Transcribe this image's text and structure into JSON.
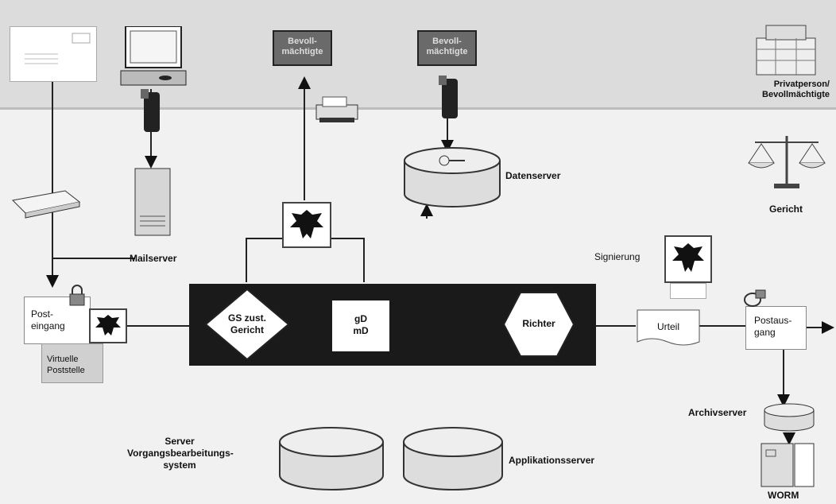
{
  "diagram": {
    "top_actors": {
      "bevoll_1": "Bevoll-\nmächtigte",
      "bevoll_2": "Bevoll-\nmächtigte",
      "privat": "Privatperson/\nBevollmächtigte"
    },
    "servers": {
      "mailserver": "Mailserver",
      "datenserver": "Datenserver",
      "archivserver": "Archivserver",
      "applikationsserver": "Applikationsserver",
      "vorgang": "Server\nVorgangsbearbeitungs-\nsystem",
      "worm": "WORM"
    },
    "gericht": "Gericht",
    "post": {
      "eingang": "Post-\neingang",
      "virtuell": "Virtuelle\nPoststelle",
      "ausgang": "Postaus-\ngang"
    },
    "process": {
      "gs": "GS zust.\nGericht",
      "gd": "gD\nmD",
      "richter": "Richter"
    },
    "signierung": "Signierung",
    "urteil": "Urteil"
  }
}
